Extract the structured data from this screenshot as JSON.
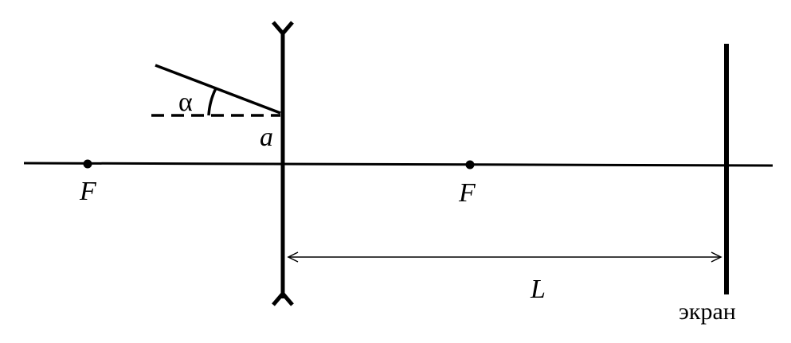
{
  "labels": {
    "focus_left": "F",
    "focus_right": "F",
    "alpha": "α",
    "height": "a",
    "distance": "L",
    "screen": "экран"
  }
}
